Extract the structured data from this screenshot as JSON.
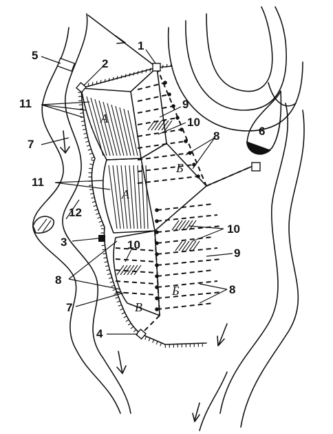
{
  "figure": {
    "labels": [
      {
        "id": "l1",
        "text": "1"
      },
      {
        "id": "l2",
        "text": "2"
      },
      {
        "id": "l3",
        "text": "3"
      },
      {
        "id": "l4",
        "text": "4"
      },
      {
        "id": "l5",
        "text": "5"
      },
      {
        "id": "l6",
        "text": "6"
      },
      {
        "id": "l7a",
        "text": "7"
      },
      {
        "id": "l7b",
        "text": "7"
      },
      {
        "id": "l8a",
        "text": "8"
      },
      {
        "id": "l8b",
        "text": "8"
      },
      {
        "id": "l8c",
        "text": "8"
      },
      {
        "id": "l9a",
        "text": "9"
      },
      {
        "id": "l9b",
        "text": "9"
      },
      {
        "id": "l10a",
        "text": "10"
      },
      {
        "id": "l10b",
        "text": "10"
      },
      {
        "id": "l10c",
        "text": "10"
      },
      {
        "id": "l11a",
        "text": "11"
      },
      {
        "id": "l11b",
        "text": "11"
      },
      {
        "id": "l12",
        "text": "12"
      },
      {
        "id": "zA1",
        "text": "A"
      },
      {
        "id": "zA2",
        "text": "A"
      },
      {
        "id": "zB1",
        "text": "Б"
      },
      {
        "id": "zB2",
        "text": "Б"
      },
      {
        "id": "zV",
        "text": "В"
      }
    ]
  }
}
